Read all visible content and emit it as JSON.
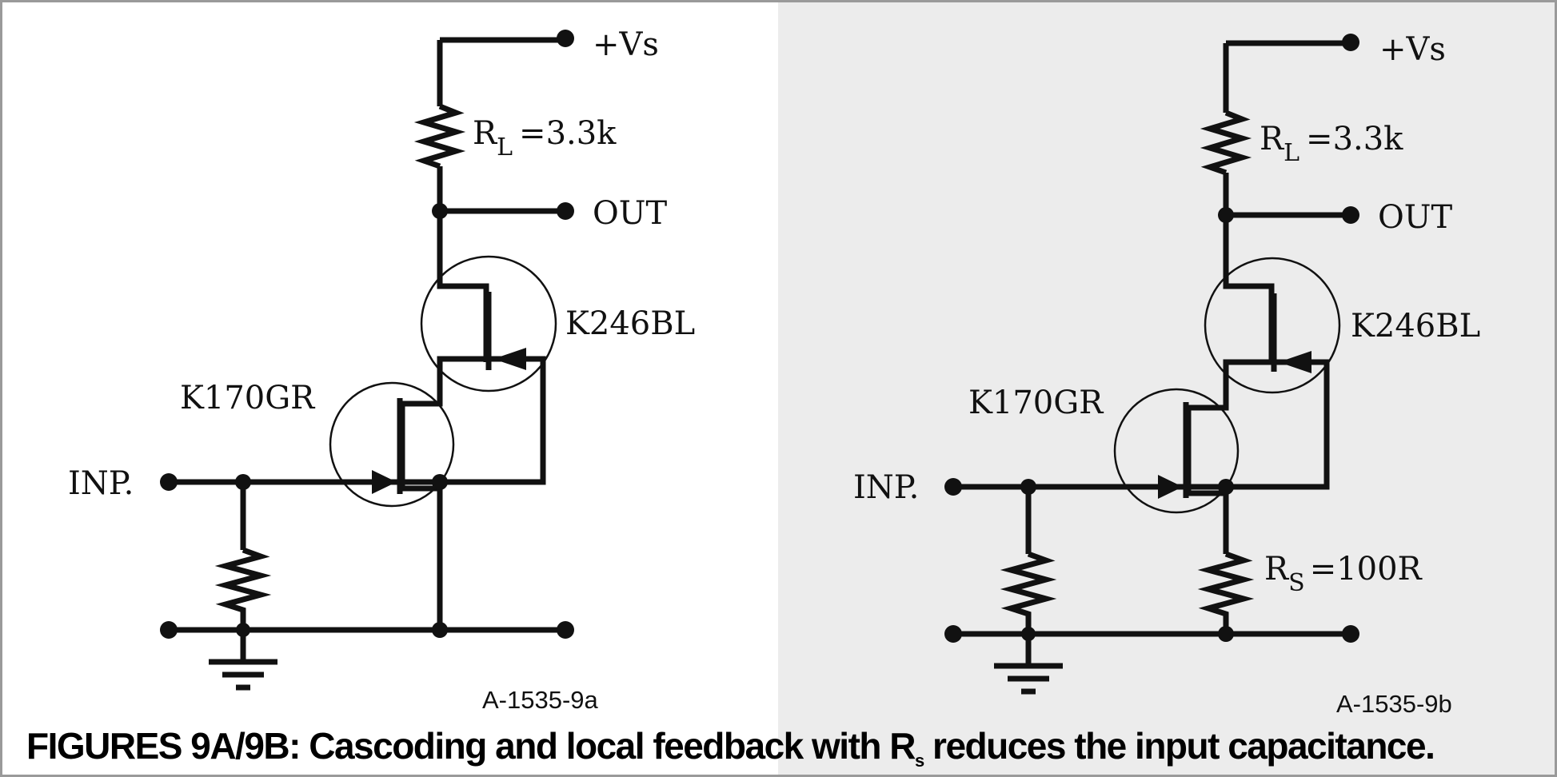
{
  "figure_a": {
    "supply": "+Vs",
    "load_resistor": {
      "name": "R",
      "sub": "L",
      "value": "=3.3k"
    },
    "output": "OUT",
    "upper_fet": "K246BL",
    "lower_fet": "K170GR",
    "input": "INP.",
    "code": "A-1535-9a"
  },
  "figure_b": {
    "supply": "+Vs",
    "load_resistor": {
      "name": "R",
      "sub": "L",
      "value": "=3.3k"
    },
    "output": "OUT",
    "upper_fet": "K246BL",
    "lower_fet": "K170GR",
    "input": "INP.",
    "source_resistor": {
      "name": "R",
      "sub": "S",
      "value": "=100R"
    },
    "code": "A-1535-9b"
  },
  "caption": {
    "prefix": "FIGURES 9A/9B: Cascoding and local feedback with R",
    "sub": "s",
    "suffix": " reduces the input capacitance."
  },
  "colors": {
    "ink": "#111111",
    "panel_b_background": "#ececec",
    "frame": "#9a9a9a"
  }
}
